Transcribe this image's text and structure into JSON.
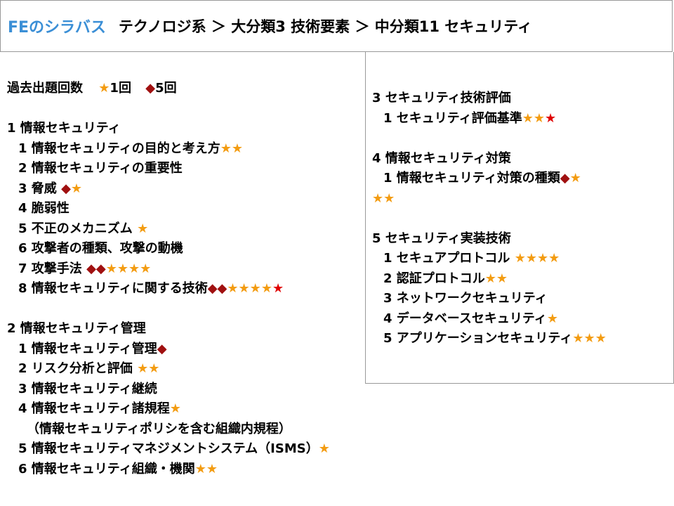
{
  "header": {
    "brand": "FEのシラバス",
    "path": "テクノロジ系 ＞ 大分類3 技術要素 ＞ 中分類11 セキュリティ"
  },
  "legend": {
    "label": "過去出題回数",
    "star_text": "1回",
    "diamond_text": "5回"
  },
  "left_sections": [
    {
      "title": "1 情報セキュリティ",
      "items": [
        {
          "text": "1 情報セキュリティの目的と考え方",
          "marks": "★★"
        },
        {
          "text": "2 情報セキュリティの重要性",
          "marks": ""
        },
        {
          "text": "3 脅威 ",
          "marks": "◆★"
        },
        {
          "text": "4 脆弱性",
          "marks": ""
        },
        {
          "text": "5 不正のメカニズム ",
          "marks": "★"
        },
        {
          "text": "6 攻撃者の種類、攻撃の動機",
          "marks": ""
        },
        {
          "text": "7 攻撃手法 ",
          "marks": "◆◆★★★★"
        },
        {
          "text": "8 情報セキュリティに関する技術",
          "marks": "◆◆★★★★★"
        }
      ]
    },
    {
      "title": "2 情報セキュリティ管理",
      "items": [
        {
          "text": "1 情報セキュリティ管理",
          "marks": "◆"
        },
        {
          "text": "2 リスク分析と評価 ",
          "marks": "★★"
        },
        {
          "text": "3 情報セキュリティ継続",
          "marks": ""
        },
        {
          "text": "4 情報セキュリティ諸規程",
          "marks": "★"
        },
        {
          "text": "（情報セキュリティポリシを含む組織内規程）",
          "marks": ""
        },
        {
          "text": "5 情報セキュリティマネジメントシステム（ISMS）",
          "marks": "★"
        },
        {
          "text": "6 情報セキュリティ組織・機関",
          "marks": "★★"
        }
      ]
    }
  ],
  "right_sections": [
    {
      "title": "3 セキュリティ技術評価",
      "items": [
        {
          "text": "1 セキュリティ評価基準",
          "marks": "★★★"
        }
      ]
    },
    {
      "title": "4 情報セキュリティ対策",
      "items": [
        {
          "text": "1 情報セキュリティ対策の種類",
          "marks": "◆★"
        },
        {
          "text": "",
          "marks": "★★"
        }
      ]
    },
    {
      "title": "5 セキュリティ実装技術",
      "items": [
        {
          "text": "1 セキュアプロトコル ",
          "marks": "★★★★"
        },
        {
          "text": "2 認証プロトコル",
          "marks": "★★"
        },
        {
          "text": "3 ネットワークセキュリティ",
          "marks": ""
        },
        {
          "text": "4 データベースセキュリティ",
          "marks": "★"
        },
        {
          "text": "5 アプリケーションセキュリティ",
          "marks": "★★★"
        }
      ]
    }
  ],
  "colors": {
    "brand": "#3b8fd6",
    "star": "#f39c12",
    "red_star": "#e00000",
    "diamond": "#a01010"
  }
}
